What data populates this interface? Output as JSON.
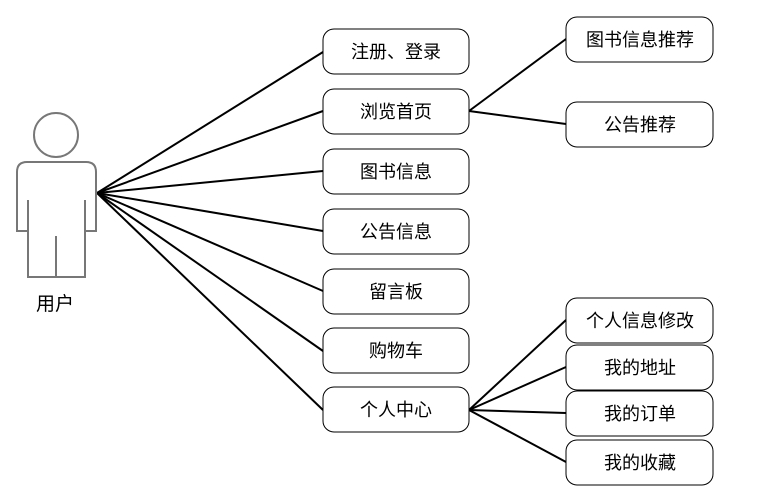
{
  "actor": {
    "label": "用户"
  },
  "use_cases": {
    "register_login": "注册、登录",
    "browse_home": "浏览首页",
    "book_info": "图书信息",
    "notice_info": "公告信息",
    "message_board": "留言板",
    "cart": "购物车",
    "personal_center": "个人中心"
  },
  "sub_cases": {
    "book_recommend": "图书信息推荐",
    "notice_recommend": "公告推荐",
    "edit_profile": "个人信息修改",
    "my_address": "我的地址",
    "my_orders": "我的订单",
    "my_favorites": "我的收藏"
  }
}
